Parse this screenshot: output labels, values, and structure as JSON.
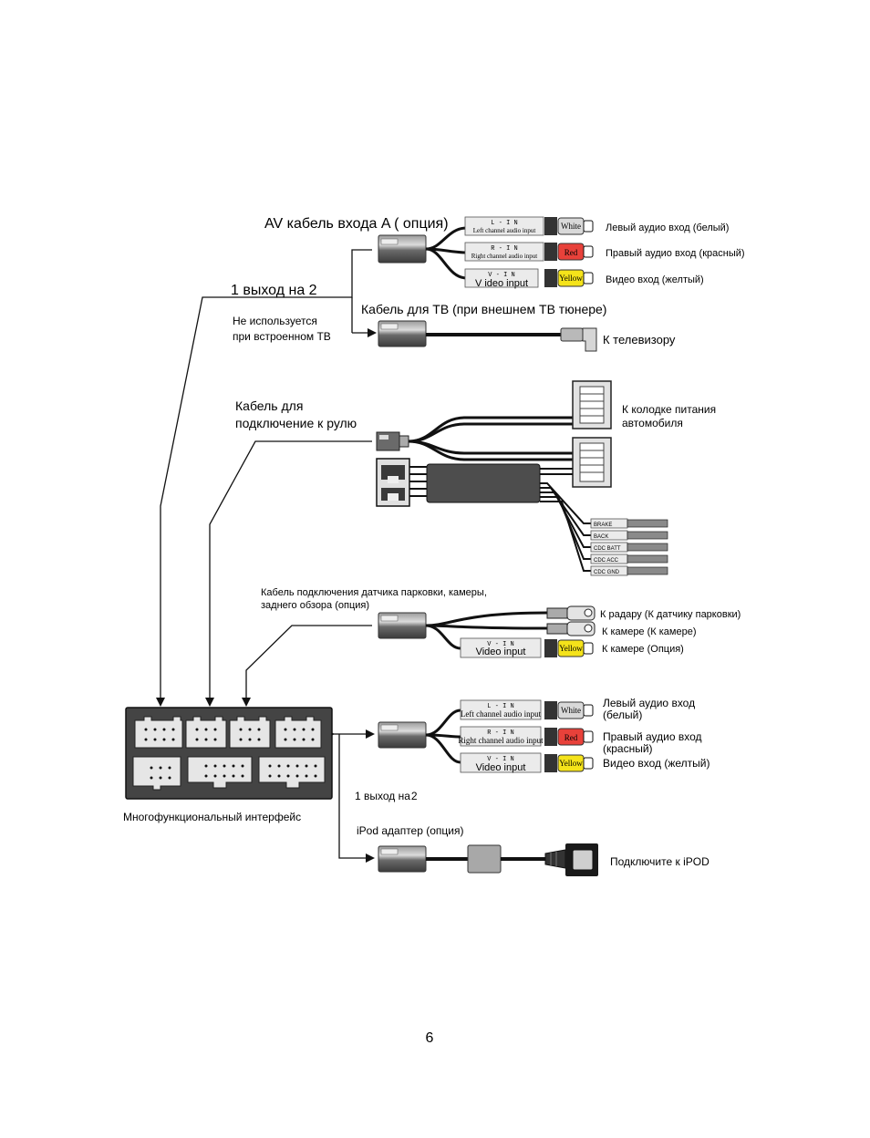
{
  "page_number": "6",
  "main_interface_label": "Многофункциональный интерфейс",
  "splitter_label_top": "1 выход на 2",
  "splitter_note_line1": "Не используется",
  "splitter_note_line2": "при встроенном ТВ",
  "splitter_label_bottom": "1 выход на",
  "splitter_label_bottom_num": "2",
  "av_cable_a": {
    "title": "AV кабель входа A ( опция)",
    "tags": [
      {
        "code": "L - I N",
        "desc": "Left channel audio input",
        "plug": "White",
        "plug_color": "#d9d9d9",
        "label": "Левый аудио вход (белый)"
      },
      {
        "code": "R - I N",
        "desc": "Right channel audio input",
        "plug": "Red",
        "plug_color": "#e8413a",
        "label": "Правый аудио вход (красный)"
      },
      {
        "code": "V - I N",
        "desc": "V ideo input",
        "plug": "Yellow",
        "plug_color": "#f5e31a",
        "label": "Видео вход (желтый)"
      }
    ]
  },
  "tv_cable": {
    "title": "Кабель для ТВ (при внешнем ТВ тюнере)",
    "end_label": "К телевизору"
  },
  "steering_cable": {
    "title_line1": "Кабель для",
    "title_line2": "подключение к рулю"
  },
  "power": {
    "label_line1": "К колодке питания",
    "label_line2": "автомобиля",
    "wire_tags": [
      "BRAKE",
      "BACK",
      "CDC BATT",
      "CDC ACC",
      "CDC GND"
    ]
  },
  "parking_cable": {
    "title_line1": "Кабель подключения датчика парковки, камеры,",
    "title_line2": "заднего обзора (опция)",
    "ends": [
      {
        "label": "К радару (К датчику парковки)"
      },
      {
        "label": "К камере (К камере)"
      },
      {
        "code": "V - I N",
        "desc": "Video input",
        "plug": "Yellow",
        "label": "К камере (Опция)"
      }
    ]
  },
  "av_cable_b": {
    "tags": [
      {
        "code": "L - I N",
        "desc": "Left channel audio input",
        "plug": "White",
        "label_line1": "Левый аудио вход",
        "label_line2": "(белый)"
      },
      {
        "code": "R - I N",
        "desc": "Right channel audio input",
        "plug": "Red",
        "label_line1": "Правый аудио вход",
        "label_line2": "(красный)"
      },
      {
        "code": "V - I N",
        "desc": "Video input",
        "plug": "Yellow",
        "label_line1": "Видео вход (желтый)",
        "label_line2": ""
      }
    ]
  },
  "ipod": {
    "title": "iPod адаптер (опция)",
    "end_label": "Подключите к iPOD"
  },
  "colors": {
    "white_plug": "#d9d9d9",
    "red_plug": "#e8413a",
    "yellow_plug": "#f5e31a",
    "connector_dark": "#5a5a5a",
    "interface_box": "#444444"
  }
}
